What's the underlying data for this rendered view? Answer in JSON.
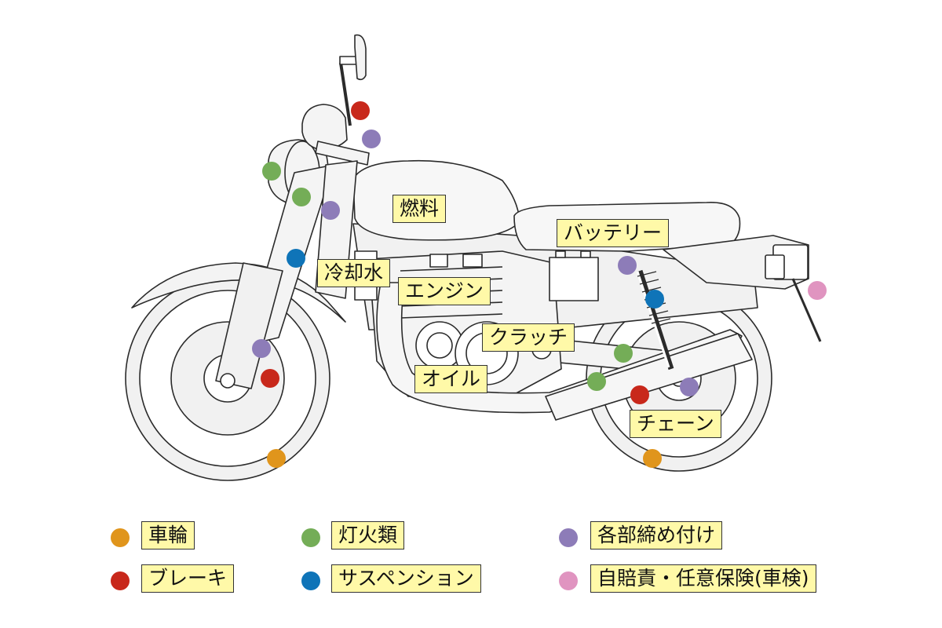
{
  "colors": {
    "wheel": "#e0951c",
    "brake": "#c8281b",
    "light": "#74ad57",
    "bolts": "#8d7cb8",
    "suspension": "#0f74b8",
    "insurance": "#e094c0",
    "label_fill": "#fff9a8"
  },
  "labels": {
    "fuel": "燃料",
    "battery": "バッテリー",
    "coolant": "冷却水",
    "engine": "エンジン",
    "clutch": "クラッチ",
    "oil": "オイル",
    "chain": "チェーン"
  },
  "legend": [
    {
      "label": "車輪",
      "color": "#e0951c"
    },
    {
      "label": "ブレーキ",
      "color": "#c8281b"
    },
    {
      "label": "灯火類",
      "color": "#74ad57"
    },
    {
      "label": "サスペンション",
      "color": "#0f74b8"
    },
    {
      "label": "各部締め付け",
      "color": "#8d7cb8"
    },
    {
      "label": "自賠責・任意保険(車検)",
      "color": "#e094c0"
    }
  ]
}
